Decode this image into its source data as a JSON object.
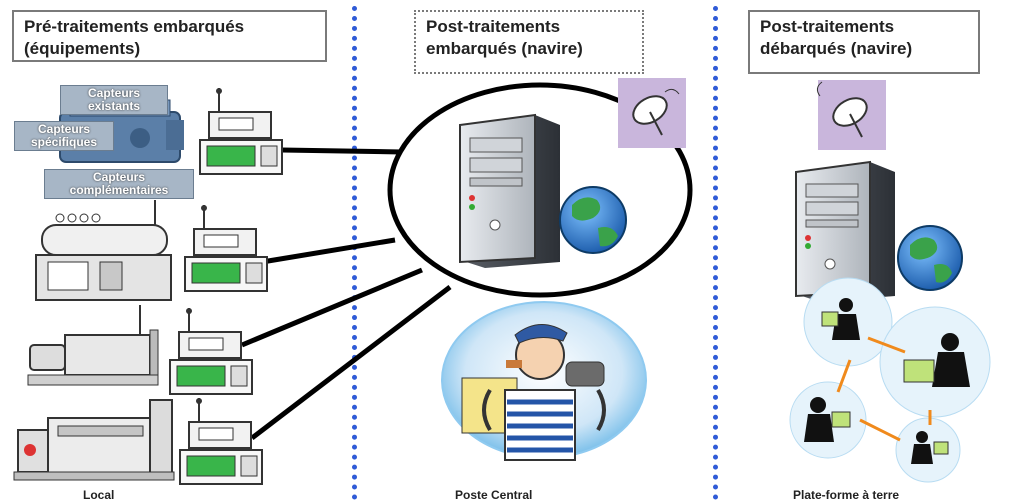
{
  "sections": {
    "local": {
      "title": "Pré-traitements embarqués (équipements)",
      "footer": "Local"
    },
    "central": {
      "title": "Post-traitements embarqués (navire)",
      "footer": "Poste Central"
    },
    "shore": {
      "title": "Post-traitements débarqués (navire)",
      "footer": "Plate-forme à terre"
    }
  },
  "sensors": {
    "existing": "Capteurs existants",
    "specific": "Capteurs spécifiques",
    "complementary": "Capteurs complémentaires"
  },
  "colors": {
    "divider": "#2f5bd7",
    "acquisition_screen": "#39b54a",
    "globe_ocean": "#2b7fd0",
    "globe_land": "#3aa24a",
    "satellite_bg": "#c9b6dc"
  }
}
